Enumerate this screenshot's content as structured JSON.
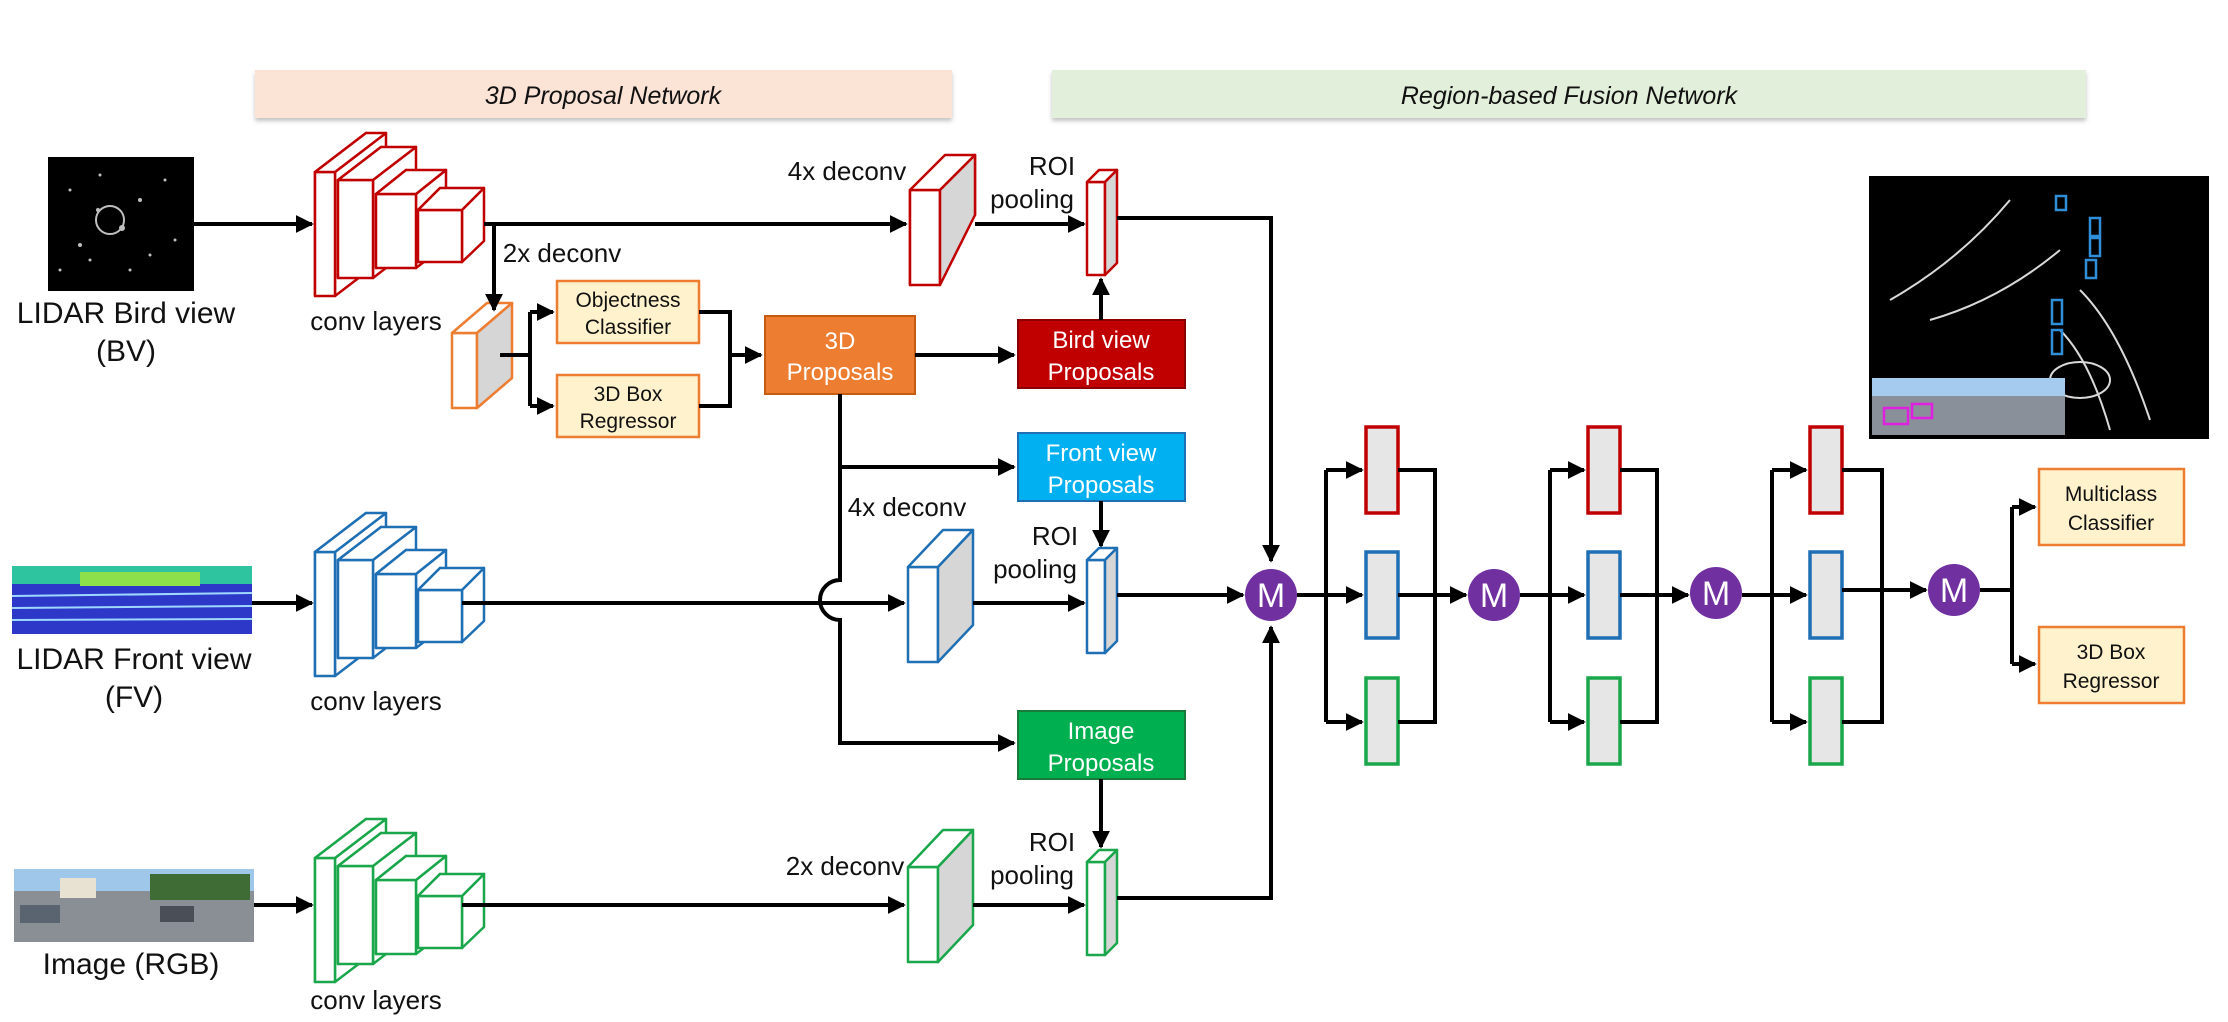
{
  "headers": {
    "proposal_network": "3D Proposal Network",
    "fusion_network": "Region-based Fusion Network"
  },
  "inputs": {
    "bv_line1": "LIDAR Bird view",
    "bv_line2": "(BV)",
    "fv_line1": "LIDAR Front view",
    "fv_line2": "(FV)",
    "rgb": "Image (RGB)"
  },
  "labels": {
    "conv_layers": "conv layers",
    "deconv_4x": "4x deconv",
    "deconv_2x": "2x deconv",
    "roi_line1": "ROI",
    "roi_line2": "pooling",
    "merge": "M"
  },
  "boxes": {
    "objectness": [
      "Objectness",
      "Classifier"
    ],
    "box_regressor": [
      "3D Box",
      "Regressor"
    ],
    "proposals_3d": [
      "3D",
      "Proposals"
    ],
    "bird_view_proposals": [
      "Bird view",
      "Proposals"
    ],
    "front_view_proposals": [
      "Front view",
      "Proposals"
    ],
    "image_proposals": [
      "Image",
      "Proposals"
    ],
    "multiclass_classifier": [
      "Multiclass",
      "Classifier"
    ],
    "final_box_regressor": [
      "3D Box",
      "Regressor"
    ]
  },
  "colors": {
    "bird_view": "#c00000",
    "front_view": "#1f6fb5",
    "image": "#1aa64a",
    "proposal_branch": "#ed7d31",
    "proposals_fill": "#ed7d31",
    "bird_box_fill": "#c00000",
    "front_box_fill": "#00b0f0",
    "image_box_fill": "#00b050",
    "light_box_fill": "#fff2cc",
    "merge_fill": "#7030a0",
    "header_left": "#fbe3d6",
    "header_right": "#e2efda"
  }
}
